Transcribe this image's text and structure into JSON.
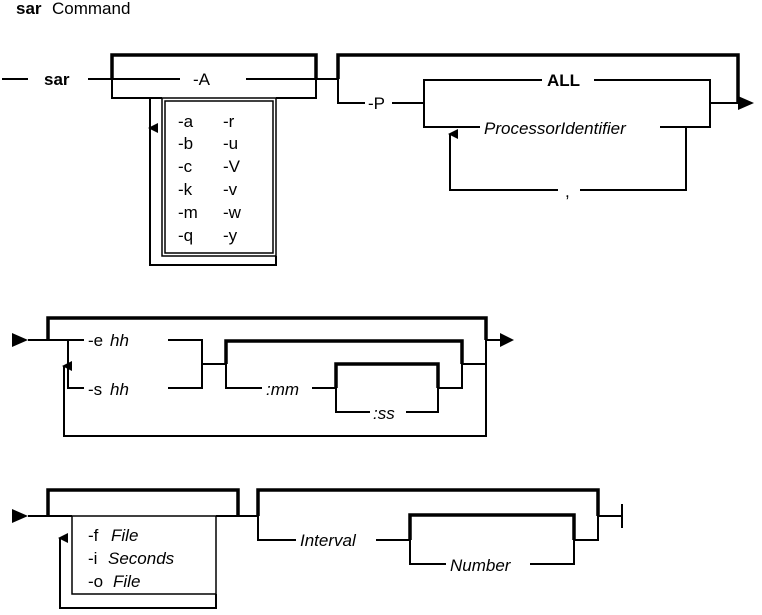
{
  "title": {
    "command": "sar",
    "word": "Command"
  },
  "row1": {
    "sar": "sar",
    "A": "-A",
    "flags_left": [
      "-a",
      "-b",
      "-c",
      "-k",
      "-m",
      "-q"
    ],
    "flags_right": [
      "-r",
      "-u",
      "-V",
      "-v",
      "-w",
      "-y"
    ],
    "P": "-P",
    "ALL": "ALL",
    "proc_id": "ProcessorIdentifier",
    "comma": ","
  },
  "row2": {
    "e_flag": "-e",
    "s_flag": "-s",
    "hh": "hh",
    "mm": ":mm",
    "ss": ":ss"
  },
  "row3": {
    "f_flag": "-f",
    "i_flag": "-i",
    "o_flag": "-o",
    "file": "File",
    "seconds": "Seconds",
    "interval": "Interval",
    "number": "Number"
  }
}
